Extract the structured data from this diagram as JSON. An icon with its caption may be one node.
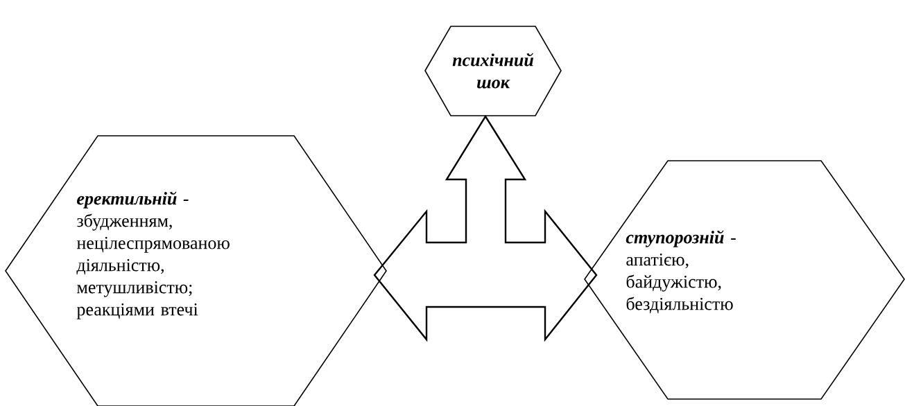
{
  "diagram": {
    "nodes": [
      {
        "text": [
          "психічний шок"
        ]
      },
      {
        "text": [
          "еректильній -",
          "збудженням, нецілеспрямованою діяльністю, метушливістю; реакціями втечі"
        ]
      },
      {
        "text": [
          "**ступорозній** -",
          "апатією, байдужістю, бездіяльністю"
        ]
      }
    ],
    "edges": [
      {
        "from": 1,
        "to": 2,
        "arrow": "both"
      },
      {
        "from": null,
        "to": 0,
        "arrow": "to"
      }
    ]
  }
}
